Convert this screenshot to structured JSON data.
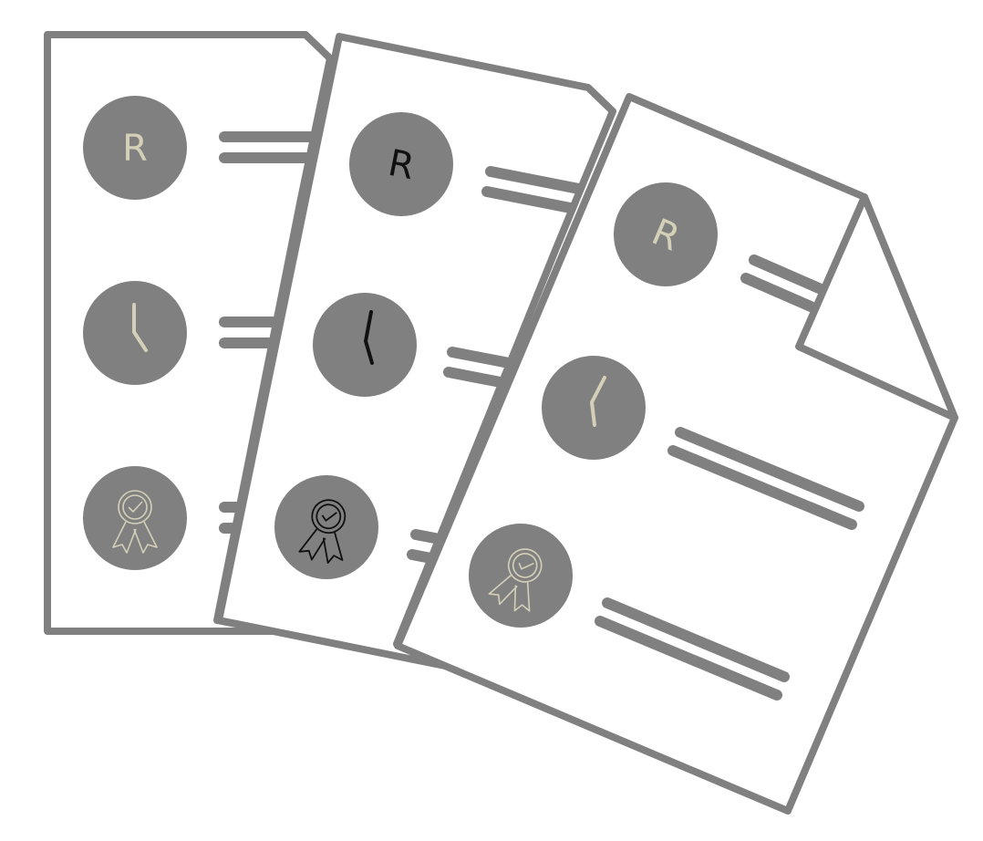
{
  "illustration": {
    "subject": "stack-of-three-documents",
    "colors": {
      "outline": "#808080",
      "paper": "#ffffff",
      "circle_fill": "#808080",
      "accent_light": "#d4d0b8",
      "accent_dark": "#111111"
    },
    "documents": [
      {
        "id": "back",
        "rows": [
          {
            "icon": "letter-r-icon",
            "letter": "R"
          },
          {
            "icon": "clock-icon"
          },
          {
            "icon": "award-ribbon-icon"
          }
        ]
      },
      {
        "id": "middle",
        "rows": [
          {
            "icon": "letter-r-icon",
            "letter": "R"
          },
          {
            "icon": "clock-icon"
          },
          {
            "icon": "award-ribbon-icon"
          }
        ]
      },
      {
        "id": "front",
        "rows": [
          {
            "icon": "letter-r-icon",
            "letter": "R"
          },
          {
            "icon": "clock-icon"
          },
          {
            "icon": "award-ribbon-icon"
          }
        ]
      }
    ]
  }
}
